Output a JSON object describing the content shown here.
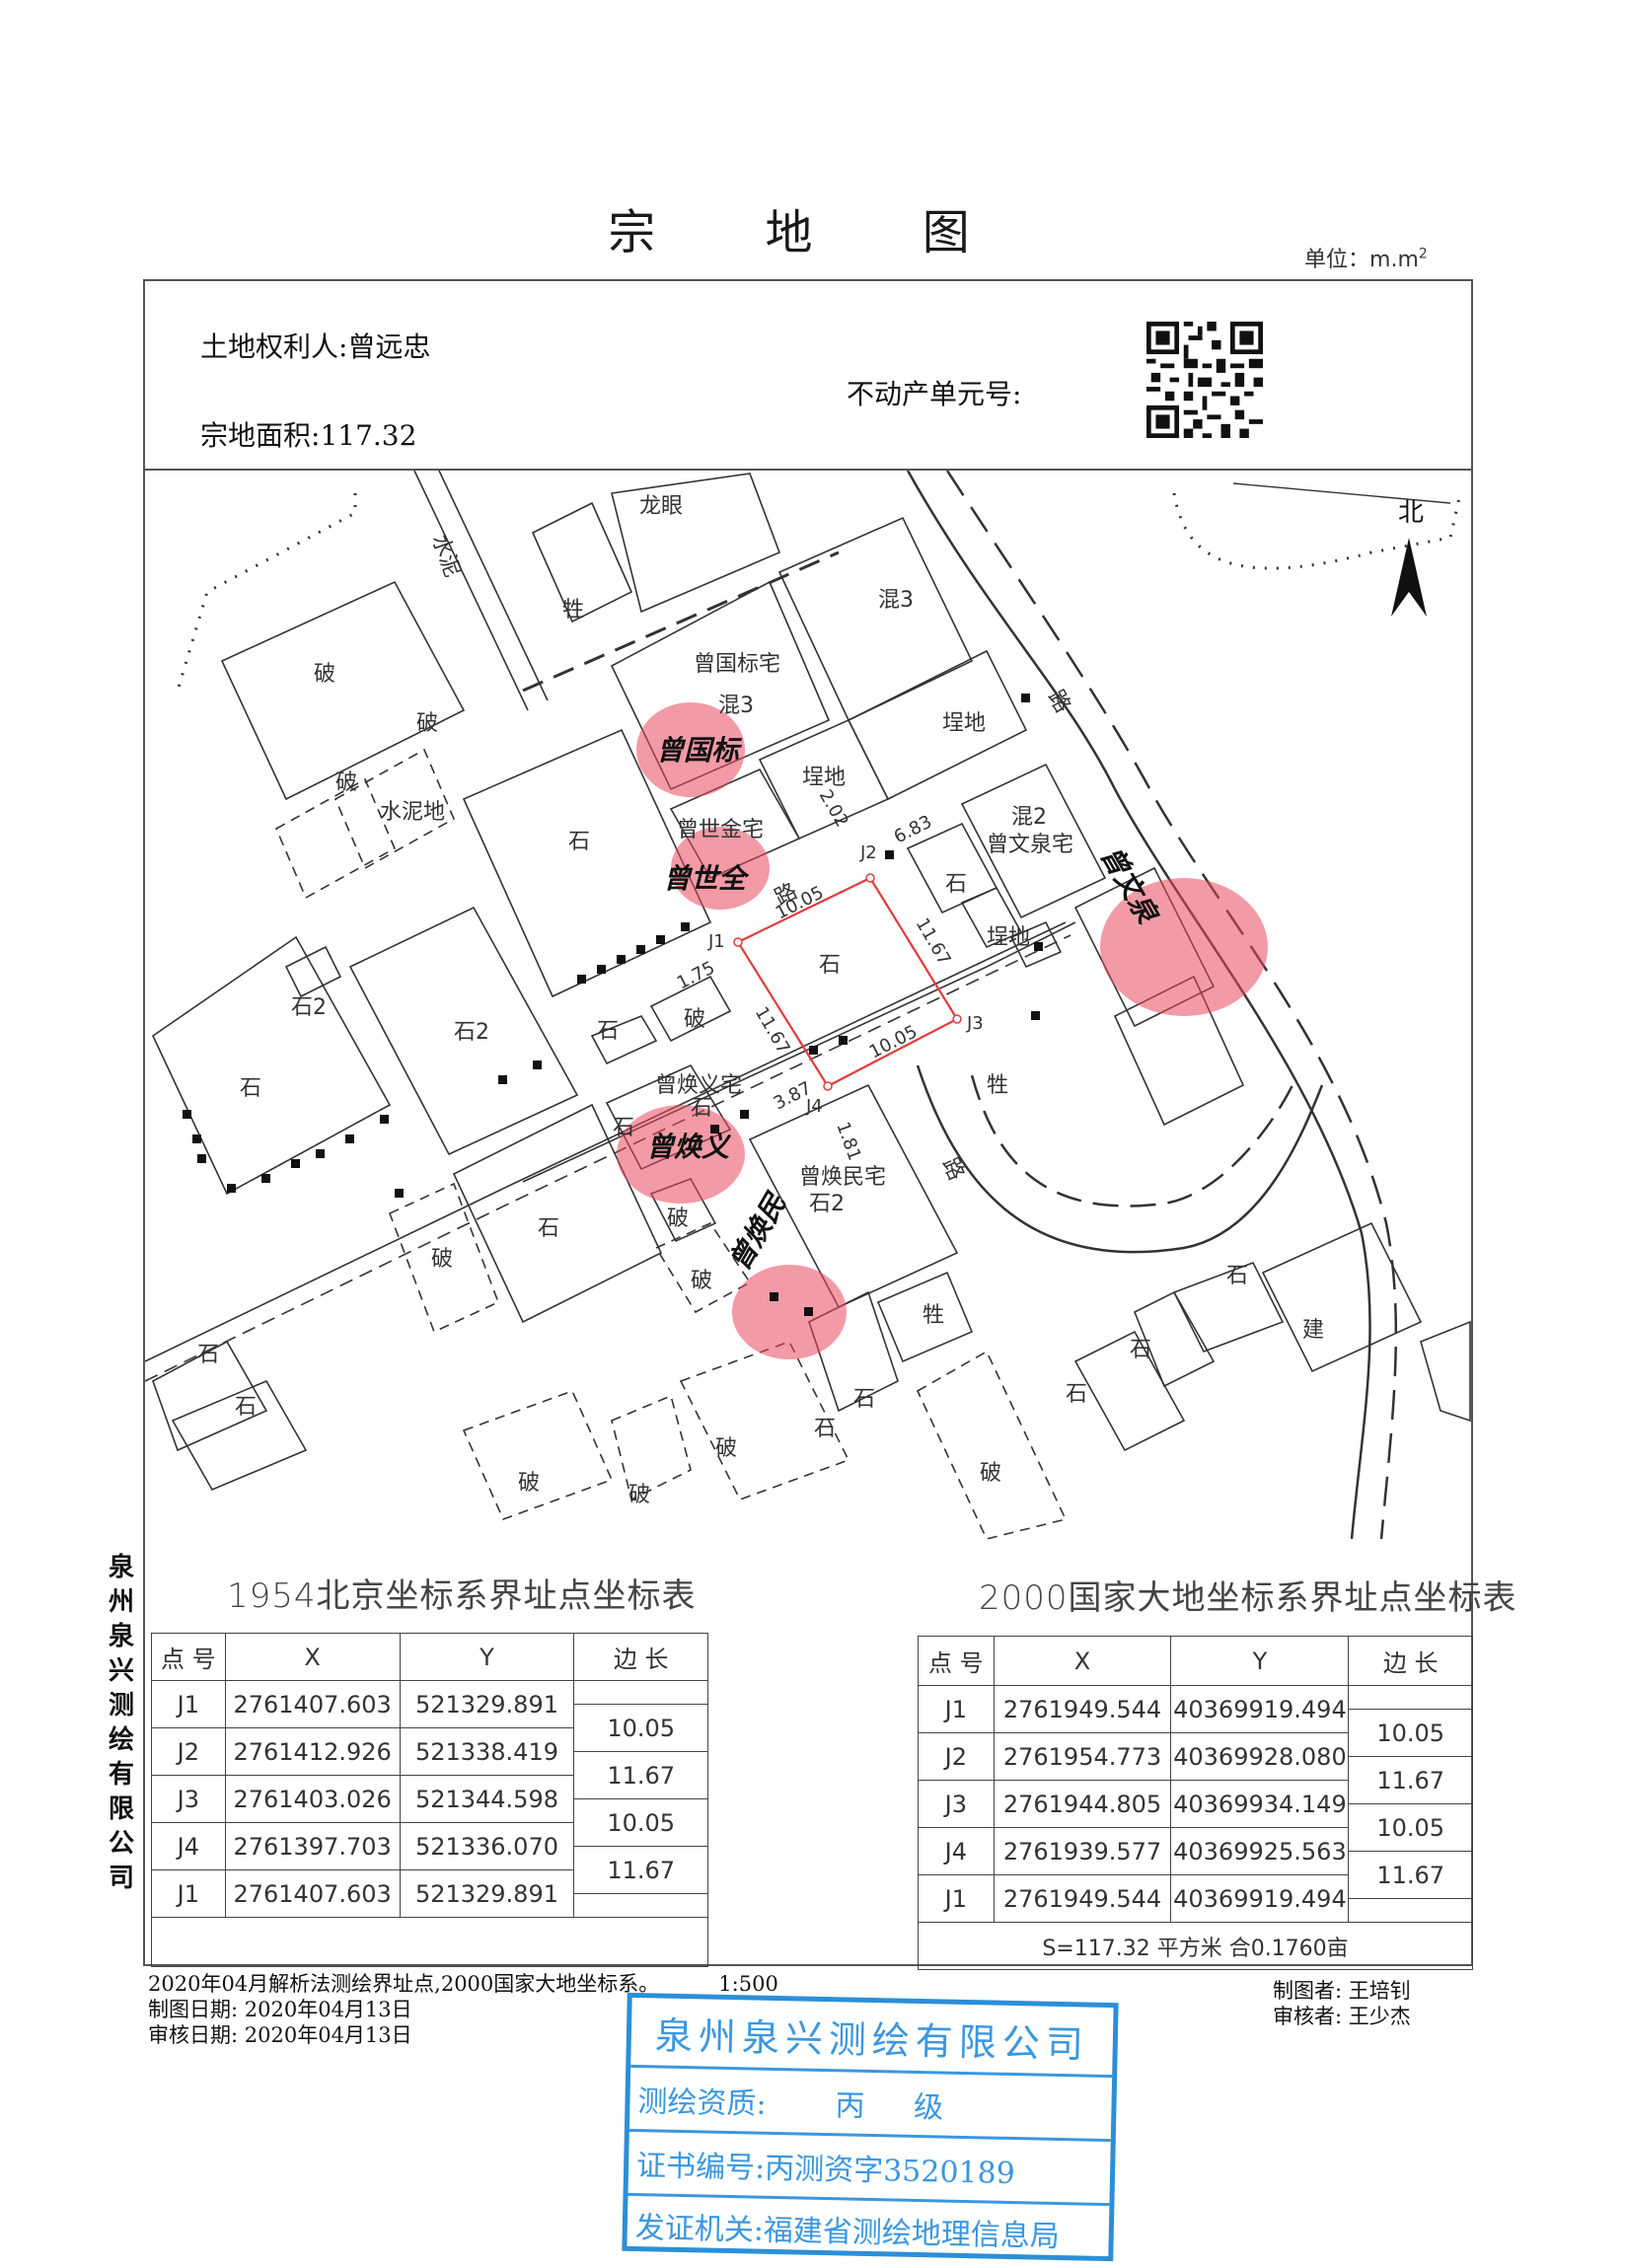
{
  "document": {
    "title": "宗 地 图",
    "unit_label": "单位：",
    "unit_value": "m.m",
    "unit_sup": "2"
  },
  "header": {
    "owner_label": "土地权利人:",
    "owner_value": "曾远忠",
    "area_label": "宗地面积:",
    "area_value": "117.32",
    "unit_no_label": "不动产单元号:",
    "qr_code": "qr-code-icon"
  },
  "map": {
    "north_label": "北",
    "parcel_color": "#e23b3b",
    "fingerprint_color": "#e8485f",
    "boundary_points": [
      "J1",
      "J2",
      "J3",
      "J4"
    ],
    "edge_lengths": [
      "10.05",
      "11.67",
      "10.05",
      "11.67"
    ],
    "offsets": [
      "2.02",
      "6.83",
      "1.75",
      "3.87",
      "1.81"
    ],
    "parcel_label": "石",
    "labels": [
      "龙眼",
      "水泥",
      "牲",
      "混3",
      "曾国标宅",
      "混3",
      "埕地",
      "埕地",
      "破",
      "破",
      "破",
      "水泥地",
      "石",
      "曾世金宅",
      "路",
      "混2",
      "曾文泉宅",
      "石",
      "石",
      "埕地",
      "石2",
      "石2",
      "石",
      "石",
      "破",
      "曾焕义宅",
      "石",
      "石",
      "牲",
      "路",
      "曾焕民宅",
      "石2",
      "石",
      "破",
      "破",
      "破",
      "石",
      "石",
      "牲",
      "石",
      "石",
      "石",
      "建",
      "石",
      "石",
      "破",
      "破",
      "破",
      "破",
      "路"
    ],
    "signatures": [
      "曾国标",
      "曾世全",
      "曾焕义",
      "曾焕民",
      "曾文泉"
    ]
  },
  "company_vertical": [
    "泉",
    "州",
    "泉",
    "兴",
    "测",
    "绘",
    "有",
    "限",
    "公",
    "司"
  ],
  "table_1954": {
    "title": "1954北京坐标系界址点坐标表",
    "headers": [
      "点 号",
      "X",
      "Y",
      "边 长"
    ],
    "rows": [
      {
        "point": "J1",
        "x": "2761407.603",
        "y": "521329.891"
      },
      {
        "point": "J2",
        "x": "2761412.926",
        "y": "521338.419"
      },
      {
        "point": "J3",
        "x": "2761403.026",
        "y": "521344.598"
      },
      {
        "point": "J4",
        "x": "2761397.703",
        "y": "521336.070"
      },
      {
        "point": "J1",
        "x": "2761407.603",
        "y": "521329.891"
      }
    ],
    "edges": [
      "10.05",
      "11.67",
      "10.05",
      "11.67"
    ]
  },
  "table_2000": {
    "title": "2000国家大地坐标系界址点坐标表",
    "headers": [
      "点 号",
      "X",
      "Y",
      "边 长"
    ],
    "rows": [
      {
        "point": "J1",
        "x": "2761949.544",
        "y": "40369919.494"
      },
      {
        "point": "J2",
        "x": "2761954.773",
        "y": "40369928.080"
      },
      {
        "point": "J3",
        "x": "2761944.805",
        "y": "40369934.149"
      },
      {
        "point": "J4",
        "x": "2761939.577",
        "y": "40369925.563"
      },
      {
        "point": "J1",
        "x": "2761949.544",
        "y": "40369919.494"
      }
    ],
    "edges": [
      "10.05",
      "11.67",
      "10.05",
      "11.67"
    ],
    "summary": "S=117.32  平方米  合0.1760亩"
  },
  "footer": {
    "method": "2020年04月解析法测绘界址点,2000国家大地坐标系。",
    "scale": "1:500",
    "draw_date_label": "制图日期:",
    "draw_date": "2020年04月13日",
    "review_date_label": "审核日期:",
    "review_date": "2020年04月13日",
    "drafter_label": "制图者:",
    "drafter": "王培钊",
    "reviewer_label": "审核者:",
    "reviewer": "王少杰"
  },
  "stamp": {
    "company": "泉州泉兴测绘有限公司",
    "qual_label": "测绘资质:",
    "qual_value": "丙  级",
    "cert_label": "证书编号:",
    "cert_value": "丙测资字3520189",
    "issuer_label": "发证机关:",
    "issuer_value": "福建省测绘地理信息局",
    "color": "#3a97e0"
  }
}
